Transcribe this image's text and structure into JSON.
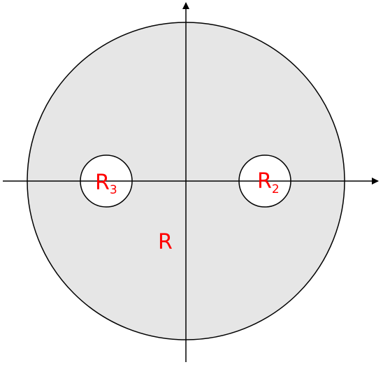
{
  "labels": {
    "outer_region": "R",
    "right_hole_main": "R",
    "right_hole_sub": "2",
    "left_hole_main": "R",
    "left_hole_sub": "3"
  },
  "colors": {
    "region_fill": "#e6e6e6",
    "hole_fill": "#ffffff",
    "stroke": "#000000",
    "label": "#ff0000"
  }
}
